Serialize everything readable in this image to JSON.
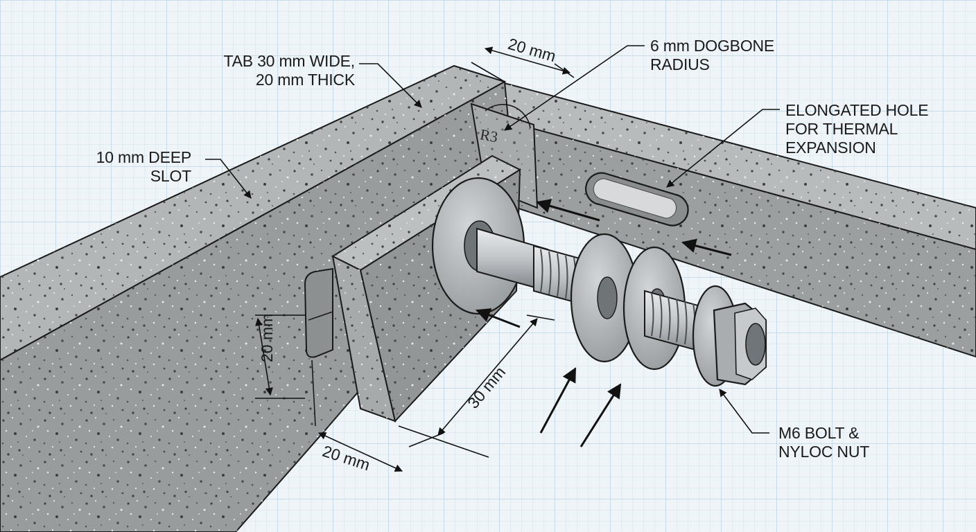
{
  "callouts": {
    "tab": "TAB 30 mm WIDE,\n20 mm THICK",
    "slot": "10 mm DEEP\nSLOT",
    "dogbone": "6 mm DOGBONE\nRADIUS",
    "hole": "ELONGATED HOLE\nFOR THERMAL\nEXPANSION",
    "bolt": "M6 BOLT &\nNYLOC NUT"
  },
  "dimensions": {
    "top_width": "20 mm",
    "slot_height": "20 mm",
    "tab_length": "30 mm",
    "bottom_width": "20 mm"
  },
  "engraving": {
    "radius_mark": "R3"
  },
  "colors": {
    "background": "#eef4f8",
    "grid_minor": "#cfe0ea",
    "grid_major": "#a9c7d8",
    "concrete": "#a3a6a7",
    "concrete_light": "#b6b9ba",
    "concrete_dark": "#8a8d8e",
    "steel": "#b9bdc0",
    "line": "#1a1a1a"
  }
}
